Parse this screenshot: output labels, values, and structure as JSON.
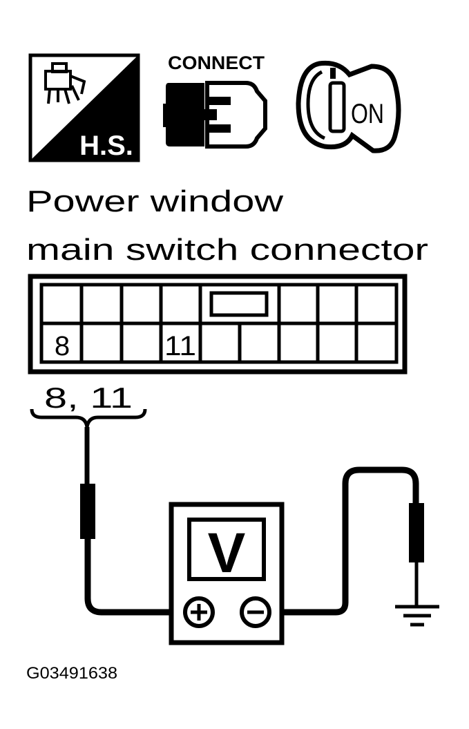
{
  "icons": {
    "harness_label": "H.S.",
    "connect_label": "CONNECT",
    "ignition_label": "ON"
  },
  "title": {
    "line1": "Power window",
    "line2": "main switch connector"
  },
  "connector": {
    "terminal_a": "8",
    "terminal_b": "11"
  },
  "probe_label": "8, 11",
  "meter": {
    "display": "V",
    "positive_symbol": "+",
    "negative_symbol": "−"
  },
  "figure_code": "G03491638",
  "colors": {
    "ink": "#000000",
    "paper": "#ffffff"
  }
}
